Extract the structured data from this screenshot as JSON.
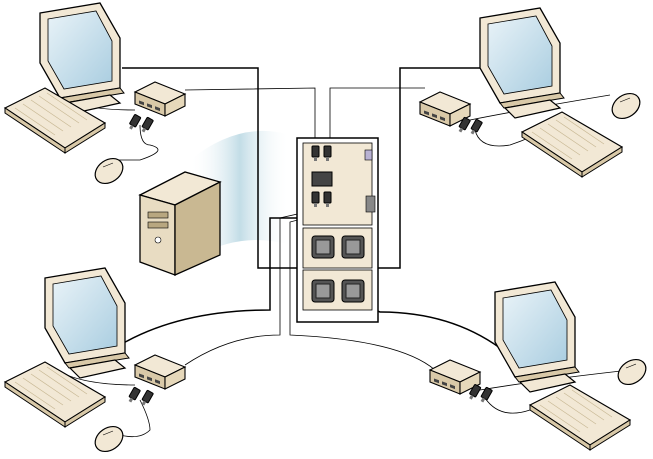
{
  "diagram": {
    "description_visible_text": "",
    "workstations": [
      {
        "id": "top-left"
      },
      {
        "id": "top-right"
      },
      {
        "id": "bottom-left"
      },
      {
        "id": "bottom-right"
      }
    ],
    "colors": {
      "beige": "#f2e8d5",
      "beige_shade": "#d9c9a8",
      "screen": "#cfe3ee",
      "glow": "#bcd9e4",
      "cable": "#000000",
      "connector": "#333333"
    }
  }
}
